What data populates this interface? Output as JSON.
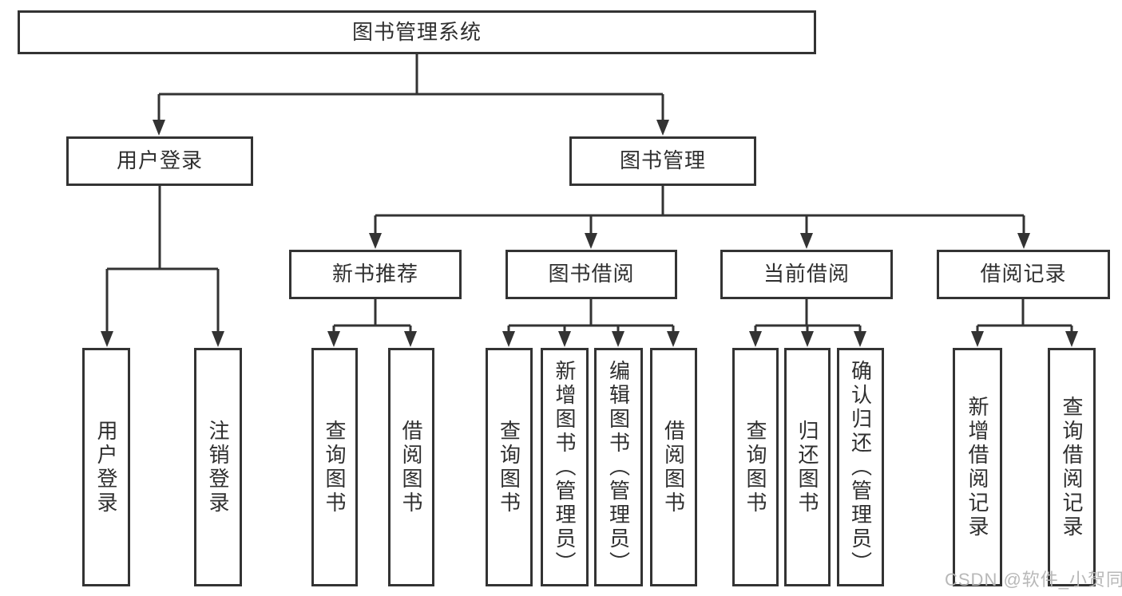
{
  "diagram": {
    "title": "图书管理系统",
    "nodes": [
      {
        "id": "root",
        "label": "图书管理系统",
        "orientation": "horizontal"
      },
      {
        "id": "user-login",
        "label": "用户登录",
        "orientation": "horizontal"
      },
      {
        "id": "book-mgmt",
        "label": "图书管理",
        "orientation": "horizontal"
      },
      {
        "id": "new-book-rec",
        "label": "新书推荐",
        "orientation": "horizontal"
      },
      {
        "id": "book-borrow",
        "label": "图书借阅",
        "orientation": "horizontal"
      },
      {
        "id": "current-borrow",
        "label": "当前借阅",
        "orientation": "horizontal"
      },
      {
        "id": "borrow-record",
        "label": "借阅记录",
        "orientation": "horizontal"
      },
      {
        "id": "user-login-leaf",
        "label": "用户登录",
        "orientation": "vertical"
      },
      {
        "id": "logout-leaf",
        "label": "注销登录",
        "orientation": "vertical"
      },
      {
        "id": "query-book-1",
        "label": "查询图书",
        "orientation": "vertical"
      },
      {
        "id": "borrow-book-1",
        "label": "借阅图书",
        "orientation": "vertical"
      },
      {
        "id": "query-book-2",
        "label": "查询图书",
        "orientation": "vertical"
      },
      {
        "id": "add-book",
        "label": "新增图书（管理员）",
        "orientation": "vertical"
      },
      {
        "id": "edit-book",
        "label": "编辑图书（管理员）",
        "orientation": "vertical"
      },
      {
        "id": "borrow-book-2",
        "label": "借阅图书",
        "orientation": "vertical"
      },
      {
        "id": "query-book-3",
        "label": "查询图书",
        "orientation": "vertical"
      },
      {
        "id": "return-book",
        "label": "归还图书",
        "orientation": "vertical"
      },
      {
        "id": "confirm-return",
        "label": "确认归还（管理员）",
        "orientation": "vertical"
      },
      {
        "id": "add-borrow-record",
        "label": "新增借阅记录",
        "orientation": "vertical"
      },
      {
        "id": "query-borrow-record",
        "label": "查询借阅记录",
        "orientation": "vertical"
      }
    ],
    "hierarchy": {
      "root": [
        "user-login",
        "book-mgmt"
      ],
      "user-login": [
        "user-login-leaf",
        "logout-leaf"
      ],
      "book-mgmt": [
        "new-book-rec",
        "book-borrow",
        "current-borrow",
        "borrow-record"
      ],
      "new-book-rec": [
        "query-book-1",
        "borrow-book-1"
      ],
      "book-borrow": [
        "query-book-2",
        "add-book",
        "edit-book",
        "borrow-book-2"
      ],
      "current-borrow": [
        "query-book-3",
        "return-book",
        "confirm-return"
      ],
      "borrow-record": [
        "add-borrow-record",
        "query-borrow-record"
      ]
    }
  },
  "colors": {
    "line": "#333333",
    "box_border": "#333333",
    "box_background": "#ffffff",
    "text": "#2f2f2f",
    "watermark": "#b5b5b5"
  },
  "watermark": {
    "text": "CSDN @软件_小贺同学"
  }
}
